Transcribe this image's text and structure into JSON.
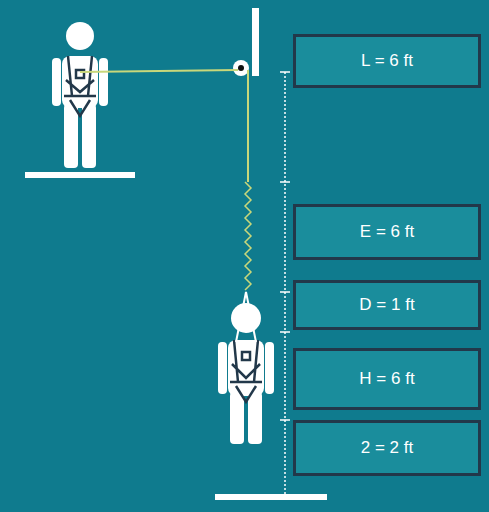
{
  "diagram": {
    "nodes": [
      {
        "text": [
          "L = 6 ft"
        ]
      },
      {
        "text": [
          "E = 6 ft"
        ]
      },
      {
        "text": [
          "D = 1 ft"
        ]
      },
      {
        "text": [
          "H = 6 ft"
        ]
      },
      {
        "text": [
          "2 = 2 ft"
        ]
      }
    ]
  }
}
